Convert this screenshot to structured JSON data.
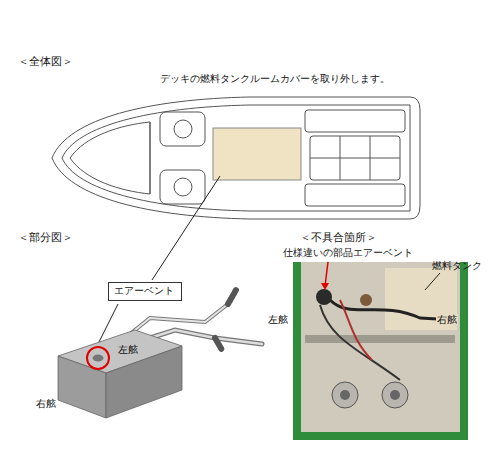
{
  "diagram": {
    "nodes": [
      {
        "text": [
          "エアーベント"
        ]
      }
    ],
    "labels": [
      "＜全体図＞",
      "デッキの燃料タンクルームカバーを取り外します。",
      "＜部分図＞",
      "＜不具合箇所＞",
      "仕様違いの部品エアーベント",
      "燃料タンク",
      "左舷",
      "右舷",
      "左舷",
      "右舷"
    ]
  }
}
